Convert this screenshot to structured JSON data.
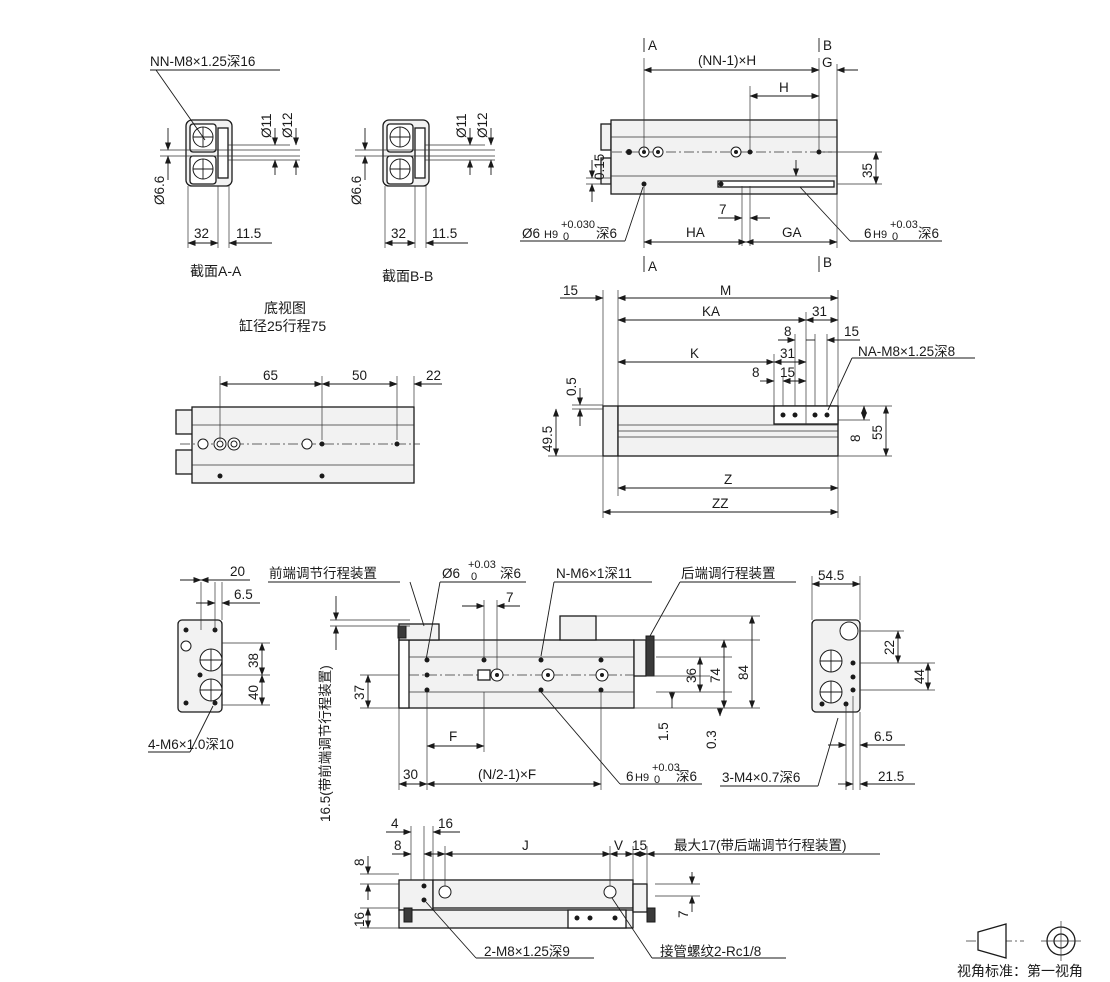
{
  "sections": {
    "aa": {
      "title": "截面A-A",
      "callout": "NN-M8×1.25深16",
      "dim_d11": "Ø11",
      "dim_d12": "Ø12",
      "dim_d66": "Ø6.6",
      "dim_32": "32",
      "dim_115": "11.5"
    },
    "bb": {
      "title": "截面B-B",
      "dim_d11": "Ø11",
      "dim_d12": "Ø12",
      "dim_d66": "Ø6.6",
      "dim_32": "32",
      "dim_115": "11.5"
    }
  },
  "bottom_view": {
    "title": "底视图",
    "subtitle": "缸径25行程75",
    "dim_65": "65",
    "dim_50": "50",
    "dim_22": "22"
  },
  "top_right": {
    "label_a": "A",
    "label_b": "B",
    "dim_nn": "(NN-1)×H",
    "dim_h": "H",
    "dim_g": "G",
    "dim_015": "0.15",
    "dim_35": "35",
    "dim_7": "7",
    "dim_ha": "HA",
    "dim_ga": "GA",
    "left_callout_main": "Ø6",
    "left_callout_fit": "H9",
    "left_callout_tol_top": "+0.030",
    "left_callout_tol_bot": "0",
    "left_callout_depth": "深6",
    "right_callout_main": "6",
    "right_callout_fit": "H9",
    "right_callout_tol_top": "+0.03",
    "right_callout_tol_bot": "0",
    "right_callout_depth": "深6"
  },
  "side_right": {
    "label_a": "A",
    "label_b": "B",
    "dim_15": "15",
    "dim_m": "M",
    "dim_ka": "KA",
    "dim_31a": "31",
    "dim_8a": "8",
    "dim_15b": "15",
    "dim_k": "K",
    "dim_31b": "31",
    "callout": "NA-M8×1.25深8",
    "dim_8b": "8",
    "dim_15c": "15",
    "dim_05": "0.5",
    "dim_495": "49.5",
    "dim_8c": "8",
    "dim_55": "55",
    "dim_z": "Z",
    "dim_zz": "ZZ"
  },
  "front_end": {
    "dim_20": "20",
    "dim_65": "6.5",
    "dim_38": "38",
    "dim_40": "40",
    "callout": "4-M6×1.0深10"
  },
  "main_view": {
    "front_adjuster": "前端调节行程装置",
    "top_callout_main": "Ø6",
    "top_callout_tol_top": "+0.03",
    "top_callout_tol_bot": "0",
    "top_callout_depth": "深6",
    "n_callout": "N-M6×1深11",
    "rear_adjuster": "后端调行程装置",
    "vertical_note": "16.5(带前端调节行程装置)",
    "dim_7": "7",
    "dim_37": "37",
    "dim_36": "36",
    "dim_74": "74",
    "dim_84": "84",
    "dim_15": "1.5",
    "dim_03": "0.3",
    "dim_f": "F",
    "dim_30": "30",
    "dim_n2": "(N/2-1)×F",
    "bottom_callout_main": "6",
    "bottom_callout_fit": "H9",
    "bottom_callout_tol_top": "+0.03",
    "bottom_callout_tol_bot": "0",
    "bottom_callout_depth": "深6"
  },
  "rear_end": {
    "dim_545": "54.5",
    "dim_22": "22",
    "dim_44": "44",
    "dim_65": "6.5",
    "dim_215": "21.5",
    "callout": "3-M4×0.7深6"
  },
  "lower_view": {
    "dim_4": "4",
    "dim_16": "16",
    "dim_8": "8",
    "dim_j": "J",
    "dim_v": "V",
    "dim_15": "15",
    "max_note": "最大17(带后端调节行程装置)",
    "dim_8v": "8",
    "dim_16v": "16",
    "dim_7v": "7",
    "callout_left": "2-M8×1.25深9",
    "callout_right": "接管螺纹2-Rc1/8"
  },
  "projection": {
    "label": "视角标准：第一视角"
  }
}
